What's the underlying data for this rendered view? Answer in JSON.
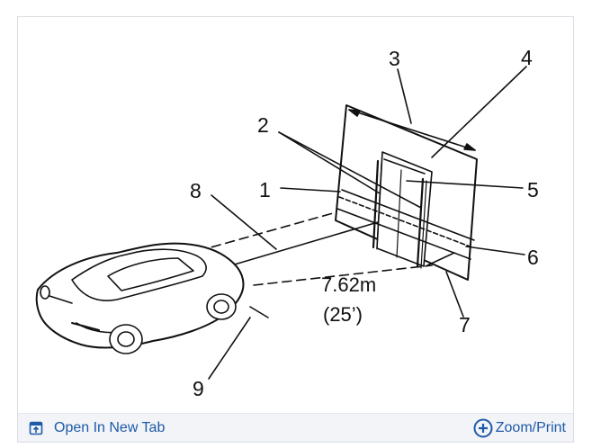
{
  "figure": {
    "callouts": [
      "1",
      "2",
      "3",
      "4",
      "5",
      "6",
      "7",
      "8",
      "9"
    ],
    "distance_metric": "7.62m",
    "distance_imperial": "(25’)"
  },
  "toolbar": {
    "open_label": "Open In New Tab",
    "open_icon": "open-in-new-tab-icon",
    "zoom_label": "Zoom/Print",
    "zoom_icon": "zoom-plus-icon",
    "link_color": "#1e5aa8"
  }
}
